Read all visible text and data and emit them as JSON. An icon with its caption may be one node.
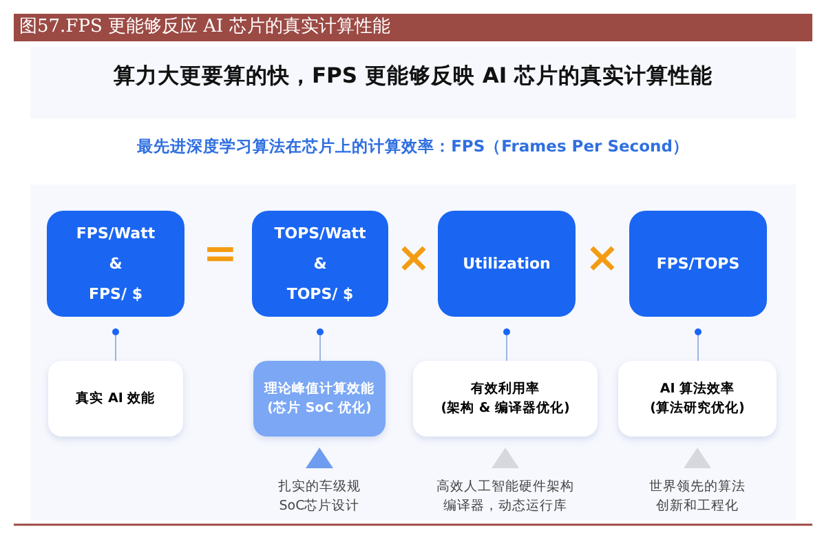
{
  "diagram": {
    "title": "图57.FPS 更能够反应 AI 芯片的真实计算性能",
    "nodes": [
      {
        "text": [
          "FPS/Watt & FPS/ $"
        ]
      },
      {
        "text": [
          "TOPS/Watt & TOPS/ $"
        ]
      },
      {
        "text": [
          "Utilization"
        ]
      },
      {
        "text": [
          "FPS/TOPS"
        ]
      },
      {
        "text": [
          "真实 AI 效能"
        ]
      },
      {
        "text": [
          "理论峰值计算效能 (芯片 SoC 优化)"
        ],
        "beside": [
          "扎实的车级规SoC芯片设计"
        ]
      },
      {
        "text": [
          "有效利用率 (架构 & 编译器优化)"
        ],
        "beside": [
          "高效人工智能硬件架构编译器，动态运行库"
        ]
      },
      {
        "text": [
          "AI 算法效率 (算法研究优化)"
        ],
        "beside": [
          "世界领先的算法创新和工程化"
        ]
      }
    ],
    "edges": [
      {
        "from": 0,
        "to": 4,
        "arrow": "other"
      },
      {
        "from": 1,
        "to": 5,
        "arrow": "other"
      },
      {
        "from": 2,
        "to": 6,
        "arrow": "other"
      },
      {
        "from": 3,
        "to": 7,
        "arrow": "other"
      }
    ],
    "labels": [
      "算力大更要算的快，FPS 更能够反映 AI 芯片的真实计算性能",
      "最先进深度学习算法在芯片上的计算效率：FPS（Frames Per Second）",
      "=",
      "×",
      "×"
    ]
  }
}
